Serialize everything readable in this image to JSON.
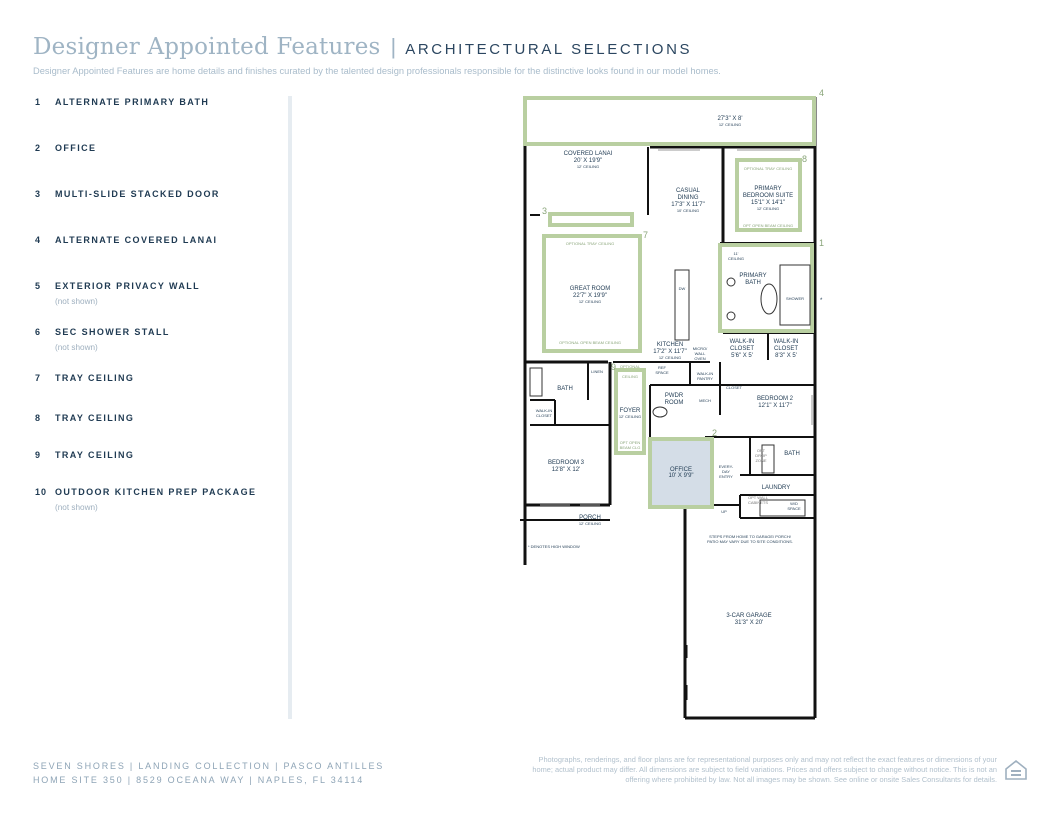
{
  "header": {
    "title": "Designer Appointed Features",
    "subtitle": "ARCHITECTURAL SELECTIONS",
    "intro": "Designer Appointed Features are home details and finishes curated by the talented design professionals responsible for the distinctive looks found in our model homes."
  },
  "features": [
    {
      "num": "1",
      "label": "ALTERNATE PRIMARY BATH",
      "note": ""
    },
    {
      "num": "2",
      "label": "OFFICE",
      "note": ""
    },
    {
      "num": "3",
      "label": "MULTI-SLIDE STACKED DOOR",
      "note": ""
    },
    {
      "num": "4",
      "label": "ALTERNATE COVERED LANAI",
      "note": ""
    },
    {
      "num": "5",
      "label": "EXTERIOR PRIVACY WALL",
      "note": "(not shown)"
    },
    {
      "num": "6",
      "label": "SEC SHOWER STALL",
      "note": "(not shown)"
    },
    {
      "num": "7",
      "label": "TRAY CEILING",
      "note": ""
    },
    {
      "num": "8",
      "label": "TRAY CEILING",
      "note": ""
    },
    {
      "num": "9",
      "label": "TRAY CEILING",
      "note": ""
    },
    {
      "num": "10",
      "label": "OUTDOOR KITCHEN PREP PACKAGE",
      "note": "(not shown)"
    }
  ],
  "floorplan": {
    "lanai_alt": "27'3\" X 8'",
    "lanai_alt_ceiling": "12' CEILING",
    "covered_lanai": "COVERED LANAI",
    "covered_lanai_dim": "20' X 19'9\"",
    "covered_lanai_ceiling": "12' CEILING",
    "casual_dining": "CASUAL",
    "casual_dining_2": "DINING",
    "casual_dining_dim": "17'3\" X 11'7\"",
    "casual_dining_ceiling": "10' CEILING",
    "optional_tray_ceiling": "OPTIONAL TRAY CEILING",
    "primary_suite": "PRIMARY",
    "primary_suite_2": "BEDROOM SUITE",
    "primary_suite_dim": "15'1\" X 14'1\"",
    "primary_suite_ceiling": "12' CEILING",
    "opt_open_beam": "OPT OPEN BEAM CEILING",
    "ceiling_11": "11'",
    "ceiling_word": "CEILING",
    "primary_bath": "PRIMARY",
    "primary_bath_2": "BATH",
    "shower": "SHOWER",
    "great_room": "GREAT ROOM",
    "great_room_dim": "22'7\" X 19'9\"",
    "great_room_ceiling": "12' CEILING",
    "optional_open_beam": "OPTIONAL OPEN BEAM CEILING",
    "dw": "DW",
    "kitchen": "KITCHEN",
    "kitchen_dim": "17'2\" X 11'7\"",
    "kitchen_ceiling": "12' CEILING",
    "micro": "MICRO/",
    "micro_2": "WALL",
    "micro_3": "OVEN",
    "walk_in_closet": "WALK-IN",
    "closet_word": "CLOSET",
    "wic1_dim": "5'6\" X 5'",
    "wic2_dim": "8'3\" X 5'",
    "bath": "BATH",
    "linen": "LINEN",
    "walk_in_closet_small": "WALK-IN",
    "ref": "REF",
    "space": "SPACE",
    "walk_in_pantry": "WALK-IN",
    "pantry": "PANTRY",
    "closet": "CLOSET",
    "optional": "OPTIONAL",
    "ceiling_caps": "CEILING",
    "foyer": "FOYER",
    "foyer_ceiling": "12' CEILING",
    "opt_open": "OPT OPEN",
    "beam_clg": "BEAM CLG",
    "pwdr": "PWDR",
    "room": "ROOM",
    "mech": "MECH",
    "bedroom2": "BEDROOM 2",
    "bedroom2_dim": "12'1\" X 11'7\"",
    "bedroom3": "BEDROOM 3",
    "bedroom3_dim": "12'8\" X 12'",
    "office": "OFFICE",
    "office_dim": "10' X 9'9\"",
    "every": "EVERY-",
    "day": "DAY",
    "entry": "ENTRY",
    "opt_drop": "OPT",
    "drop_zone": "DROP",
    "zone": "ZONE",
    "laundry": "LAUNDRY",
    "opt_wall": "OPT WALL",
    "cabinets": "CABINETS",
    "wd": "W/D",
    "wd_space": "SPACE",
    "up": "UP",
    "porch": "PORCH",
    "porch_ceiling": "12' CEILING",
    "steps_note_1": "STEPS FROM HOME TO GARAGE/ PORCH/",
    "steps_note_2": "PATIO MAY VARY DUE TO SITE CONDITIONS.",
    "high_window": "* DENOTES HIGH WINDOW",
    "garage": "3-CAR GARAGE",
    "garage_dim": "31'3\" X 20'",
    "callouts": [
      "1",
      "2",
      "3",
      "4",
      "7",
      "8",
      "9"
    ],
    "star": "*"
  },
  "footer": {
    "line1": "SEVEN SHORES |  LANDING COLLECTION  | PASCO ANTILLES",
    "line2": "HOME SITE 350  |  8529 OCEANA WAY |  NAPLES, FL 34114",
    "disclaimer": "Photographs, renderings, and floor plans are for representational purposes only and may not reflect the exact features or dimensions of your home; actual product may differ. All dimensions are subject to field variations. Prices and offers subject to change without notice. This is not an offering where prohibited by law. Not all images may be shown. See online or onsite Sales Consultants for details."
  },
  "colors": {
    "highlight_green": "#b9cfa1",
    "title_color": "#9fb4c4",
    "navy": "#1f3a52",
    "office_fill": "#d4dde7"
  }
}
